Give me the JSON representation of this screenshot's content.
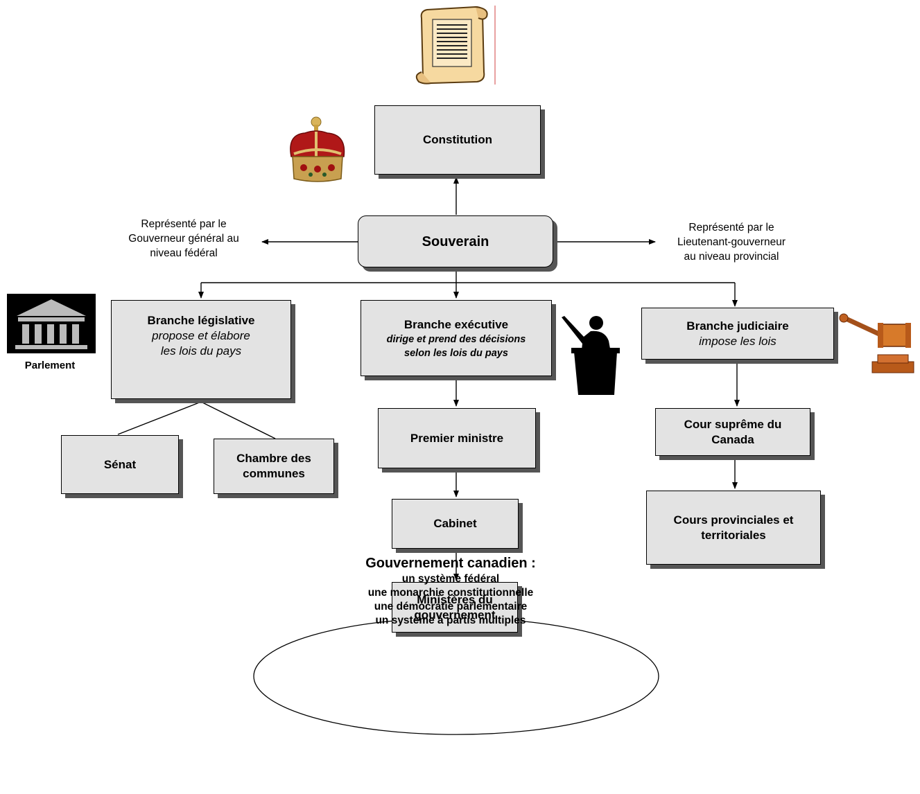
{
  "constitution": "Constitution",
  "sovereign": "Souverain",
  "left_note": [
    "Représenté par le",
    "Gouverneur général au",
    "niveau fédéral"
  ],
  "right_note": [
    "Représenté par le",
    "Lieutenant-gouverneur",
    "au niveau provincial"
  ],
  "legislative": {
    "title": "Branche législative",
    "desc_1": "propose et élabore",
    "desc_2": "les lois du pays"
  },
  "executive": {
    "title": "Branche exécutive",
    "desc_1": "dirige et prend des décisions",
    "desc_2": "selon les lois du pays"
  },
  "judicial": {
    "title": "Branche judiciaire",
    "desc_1": "impose les lois"
  },
  "parliament_label": "Parlement",
  "senate": "Sénat",
  "commons": [
    "Chambre des",
    "communes"
  ],
  "prime_minister": "Premier ministre",
  "cabinet": "Cabinet",
  "ministries": [
    "Ministères du",
    "gouvernement"
  ],
  "supreme_court": [
    "Cour suprême du",
    "Canada"
  ],
  "provincial_courts": [
    "Cours provinciales et",
    "territoriales"
  ],
  "summary": {
    "title": "Gouvernement canadien :",
    "lines": [
      "un  système fédéral",
      "une monarchie constitutionnelle",
      "une démocratie parlementaire",
      "un système à partis multiples"
    ]
  },
  "icons": [
    "scroll-icon",
    "crown-icon",
    "parliament-building-icon",
    "speaker-silhouette-icon",
    "gavel-icon"
  ]
}
